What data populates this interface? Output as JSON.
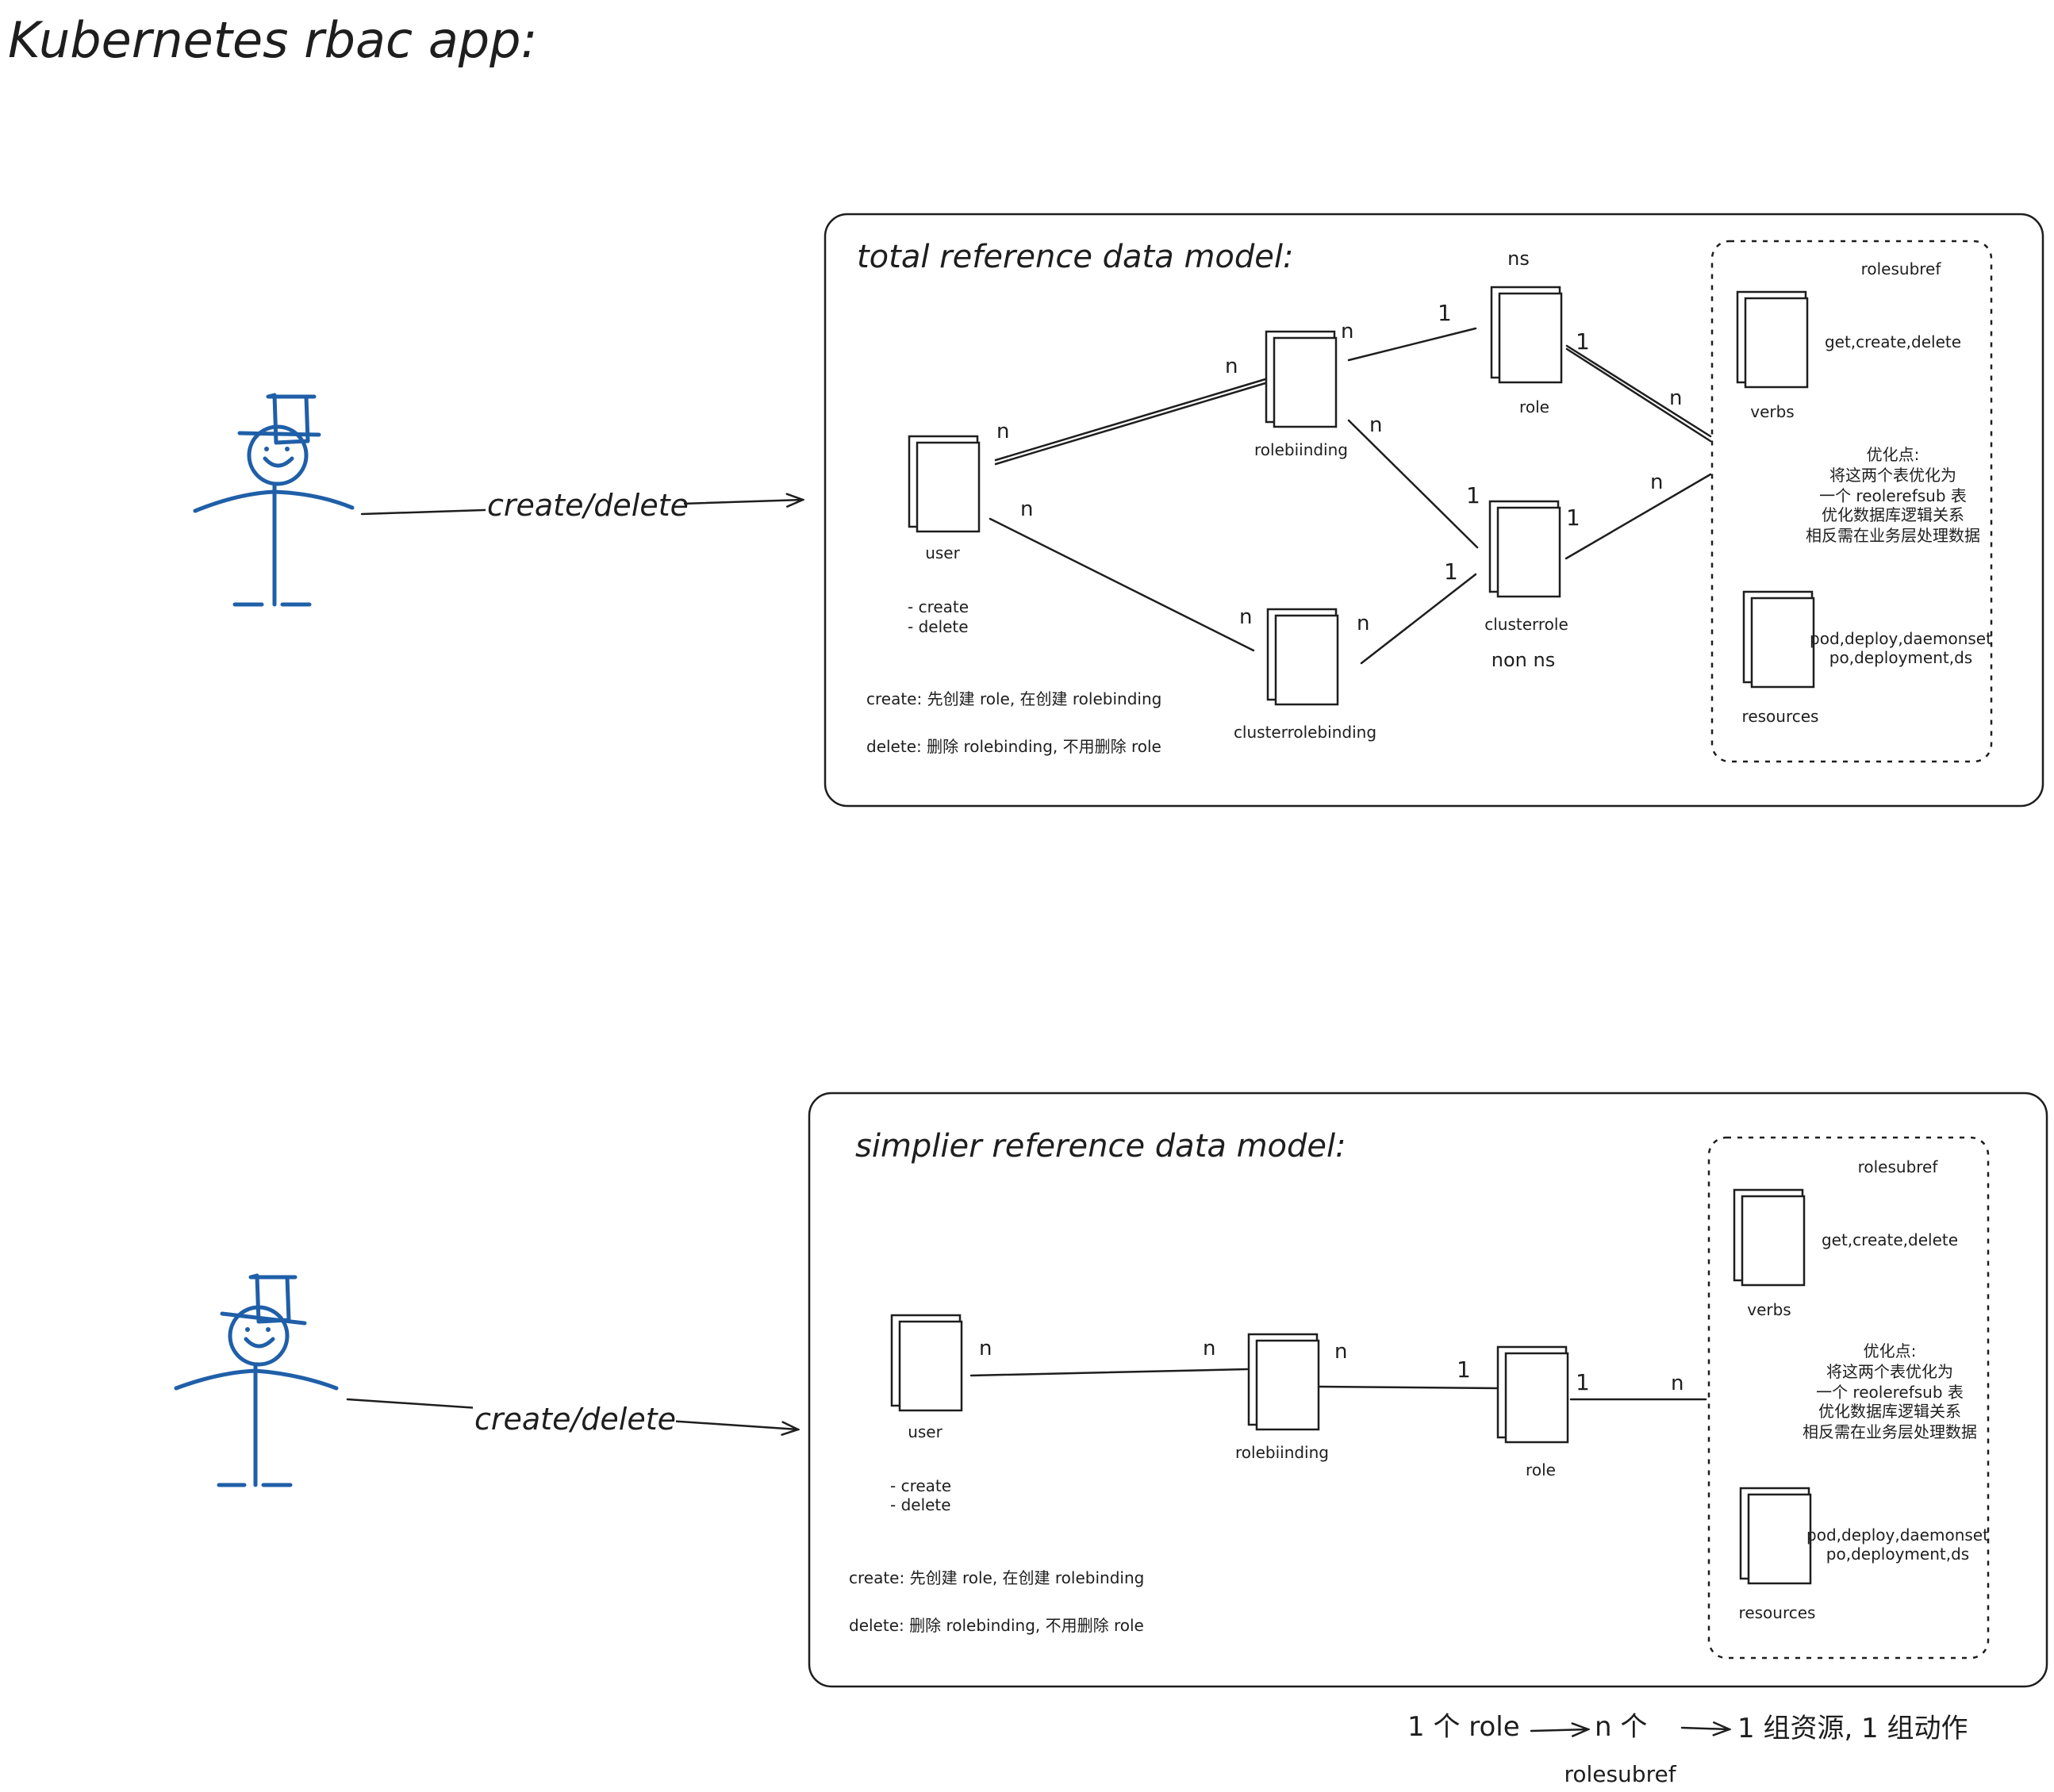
{
  "title": "Kubernetes rbac app:",
  "colors": {
    "ink": "#1e1e1e",
    "figure": "#1f5fa8",
    "background": "#ffffff"
  },
  "actor_arrow_label": "create/delete",
  "top": {
    "frame_title": "total reference data model:",
    "nodes": {
      "user": "user",
      "rolebinding": "rolebiinding",
      "clusterrolebinding": "clusterrolebinding",
      "role": "role",
      "clusterrole": "clusterrole",
      "verbs": "verbs",
      "resources": "resources"
    },
    "user_ops": [
      "- create",
      "- delete"
    ],
    "ns_label": "ns",
    "non_ns_label": "non ns",
    "create_note": "create: 先创建 role, 在创建 rolebinding",
    "delete_note": "delete: 删除 rolebinding, 不用删除 role",
    "rolesubref": {
      "title": "rolesubref",
      "verbs_values": "get,create,delete",
      "resources_values": [
        "pod,deploy,daemonset",
        "po,deployment,ds"
      ],
      "opt_note": [
        "优化点:",
        "将这两个表优化为",
        "一个 reolerefsub 表",
        "优化数据库逻辑关系",
        "相反需在业务层处理数据"
      ]
    },
    "cardinality": {
      "user_rb": "n",
      "rb_user": "n",
      "user_crb": "n",
      "crb_user": "n",
      "rb_role_n": "n",
      "role_rb_1": "1",
      "rb_cr_n": "n",
      "cr_rb_1": "1",
      "crb_cr_n": "n",
      "cr_crb_1": "1",
      "role_sub_1": "1",
      "sub_role_n": "n",
      "cr_sub_1": "1",
      "sub_cr_n": "n"
    }
  },
  "bottom": {
    "frame_title": "simplier reference data model:",
    "nodes": {
      "user": "user",
      "rolebinding": "rolebiinding",
      "role": "role",
      "verbs": "verbs",
      "resources": "resources"
    },
    "user_ops": [
      "- create",
      "- delete"
    ],
    "create_note": "create: 先创建 role, 在创建 rolebinding",
    "delete_note": "delete: 删除 rolebinding, 不用删除 role",
    "rolesubref": {
      "title": "rolesubref",
      "verbs_values": "get,create,delete",
      "resources_values": [
        "pod,deploy,daemonset",
        "po,deployment,ds"
      ],
      "opt_note": [
        "优化点:",
        "将这两个表优化为",
        "一个 reolerefsub 表",
        "优化数据库逻辑关系",
        "相反需在业务层处理数据"
      ]
    },
    "cardinality": {
      "user_rb": "n",
      "rb_user": "n",
      "rb_role_n": "n",
      "role_rb_1": "1",
      "role_sub_1": "1",
      "sub_role_n": "n"
    }
  },
  "footer": {
    "part1": "1 个 role",
    "part2": "n 个",
    "part3": "1 组资源, 1 组动作",
    "under_label": "rolesubref"
  }
}
